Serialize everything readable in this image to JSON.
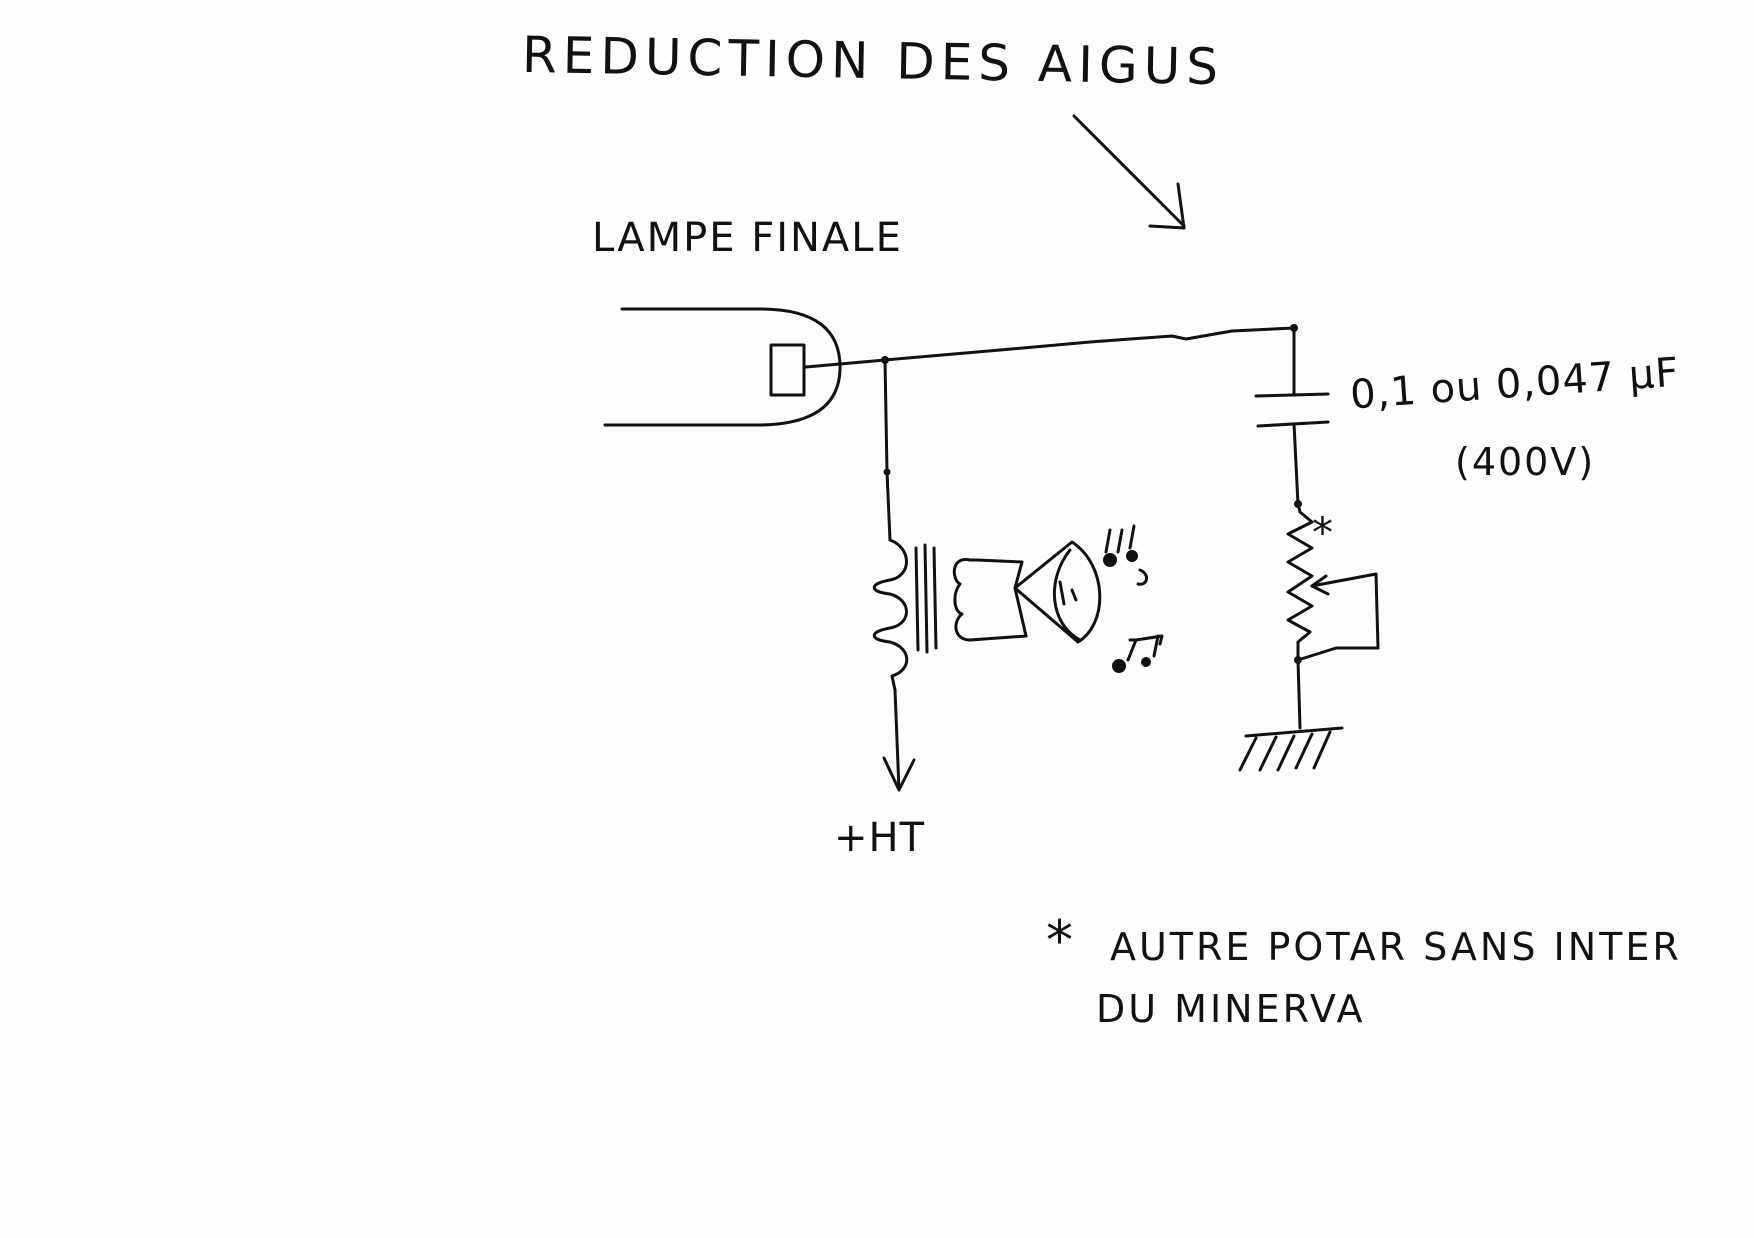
{
  "title": "REDUCTION DES AIGUS",
  "tube_label": "LAMPE FINALE",
  "capacitor": {
    "value": "0,1 ou 0,047 µF",
    "voltage": "(400V)"
  },
  "hv_label": "+HT",
  "pot_marker": "*",
  "note": {
    "marker": "*",
    "line1": "AUTRE POTAR SANS INTER",
    "line2": "DU MINERVA"
  },
  "colors": {
    "ink": "#111111",
    "paper": "#fdfdfc"
  }
}
